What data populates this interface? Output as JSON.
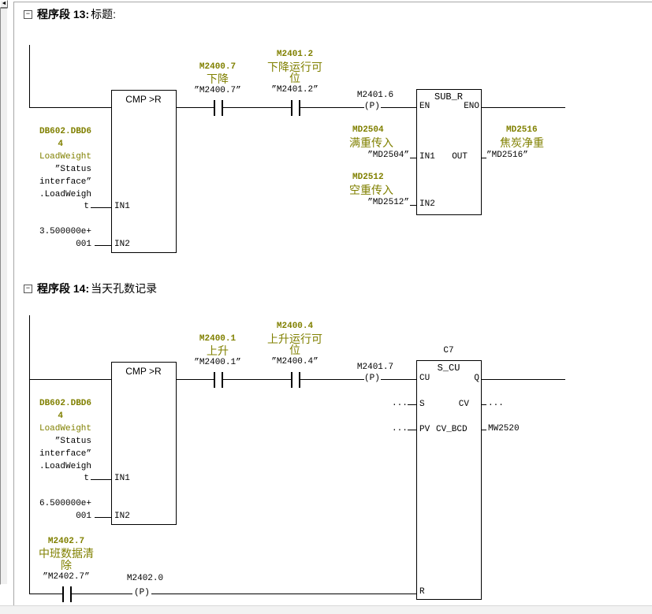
{
  "colors": {
    "symbol_olive": "#808000",
    "wire": "#000000",
    "background": "#ffffff"
  },
  "chrome": {
    "scroll_left_icon": "◄"
  },
  "net13": {
    "header": {
      "collapse": "−",
      "num": "程序段 13:",
      "title": "标题:"
    },
    "cmp": {
      "title": "CMP >R",
      "pin_in1": "IN1",
      "pin_in2": "IN2",
      "lines": [
        "DB602.DBD6",
        "4",
        "LoadWeight",
        "”Status",
        "interface”",
        ".LoadWeigh",
        "t"
      ],
      "value_lines": [
        "3.500000e+",
        "001"
      ]
    },
    "contact1": {
      "symbol": "M2400.7",
      "comment": "下降",
      "address": "”M2400.7”"
    },
    "contact2": {
      "symbol": "M2401.2",
      "comment1": "下降运行可",
      "comment2": "位",
      "address": "”M2401.2”"
    },
    "pulse": {
      "label": "M2401.6",
      "symbol": "(P)"
    },
    "subr": {
      "title": "SUB_R",
      "pin_en": "EN",
      "pin_eno": "ENO",
      "pin_in1": "IN1",
      "pin_out": "OUT",
      "pin_in2": "IN2"
    },
    "op_in1": {
      "symbol": "MD2504",
      "comment": "满重传入",
      "address": "”MD2504”"
    },
    "op_in2": {
      "symbol": "MD2512",
      "comment": "空重传入",
      "address": "”MD2512”"
    },
    "op_out": {
      "symbol": "MD2516",
      "comment": "焦炭净重",
      "address": "”MD2516”"
    }
  },
  "net14": {
    "header": {
      "collapse": "−",
      "num": "程序段 14:",
      "title": "当天孔数记录"
    },
    "cmp": {
      "title": "CMP >R",
      "pin_in1": "IN1",
      "pin_in2": "IN2",
      "lines": [
        "DB602.DBD6",
        "4",
        "LoadWeight",
        "”Status",
        "interface”",
        ".LoadWeigh",
        "t"
      ],
      "value_lines": [
        "6.500000e+",
        "001"
      ]
    },
    "contact1": {
      "symbol": "M2400.1",
      "comment": "上升",
      "address": "”M2400.1”"
    },
    "contact2": {
      "symbol": "M2400.4",
      "comment1": "上升运行可",
      "comment2": "位",
      "address": "”M2400.4”"
    },
    "pulse": {
      "label": "M2401.7",
      "symbol": "(P)"
    },
    "counter": {
      "name": "C7",
      "title": "S_CU",
      "pin_cu": "CU",
      "pin_q": "Q",
      "pin_s": "S",
      "pin_cv": "CV",
      "pin_pv": "PV",
      "pin_cvbcd": "CV_BCD",
      "pin_r": "R",
      "s_value": "...",
      "pv_value": "...",
      "cv_value": "...",
      "cvbcd_value": "MW2520"
    },
    "reset": {
      "symbol": "M2402.7",
      "comment1": "中班数据清",
      "comment2": "除",
      "address": "”M2402.7”",
      "pulse_label": "M2402.0",
      "pulse_symbol": "(P)"
    }
  }
}
